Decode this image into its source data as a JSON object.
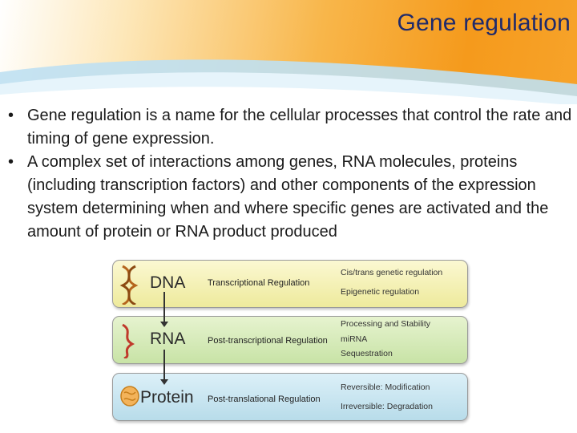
{
  "slide": {
    "title": "Gene regulation"
  },
  "bullets": [
    {
      "marker": "•",
      "text": "Gene regulation is a name for the cellular processes that control the rate and timing of gene expression."
    },
    {
      "marker": "•",
      "text": "A complex set of interactions among genes, RNA molecules, proteins (including transcription factors) and other components of the expression system determining when and where specific genes are activated and the amount of protein or RNA product produced"
    }
  ],
  "diagram": {
    "levels": [
      {
        "molecule": "DNA",
        "process": "Transcriptional Regulation",
        "details": [
          "Cis/trans genetic regulation",
          "Epigenetic regulation"
        ]
      },
      {
        "molecule": "RNA",
        "process": "Post-transcriptional Regulation",
        "details": [
          "Processing and Stability",
          "miRNA",
          "Sequestration"
        ]
      },
      {
        "molecule": "Protein",
        "process": "Post-translational Regulation",
        "details": [
          "Reversible: Modification",
          "Irreversible: Degradation"
        ]
      }
    ]
  },
  "colors": {
    "title": "#1f2a6b",
    "header_orange": "#f59a1c",
    "dna_band": "#eeea9c",
    "rna_band": "#c8e3a6",
    "protein_band": "#b8dcea"
  }
}
